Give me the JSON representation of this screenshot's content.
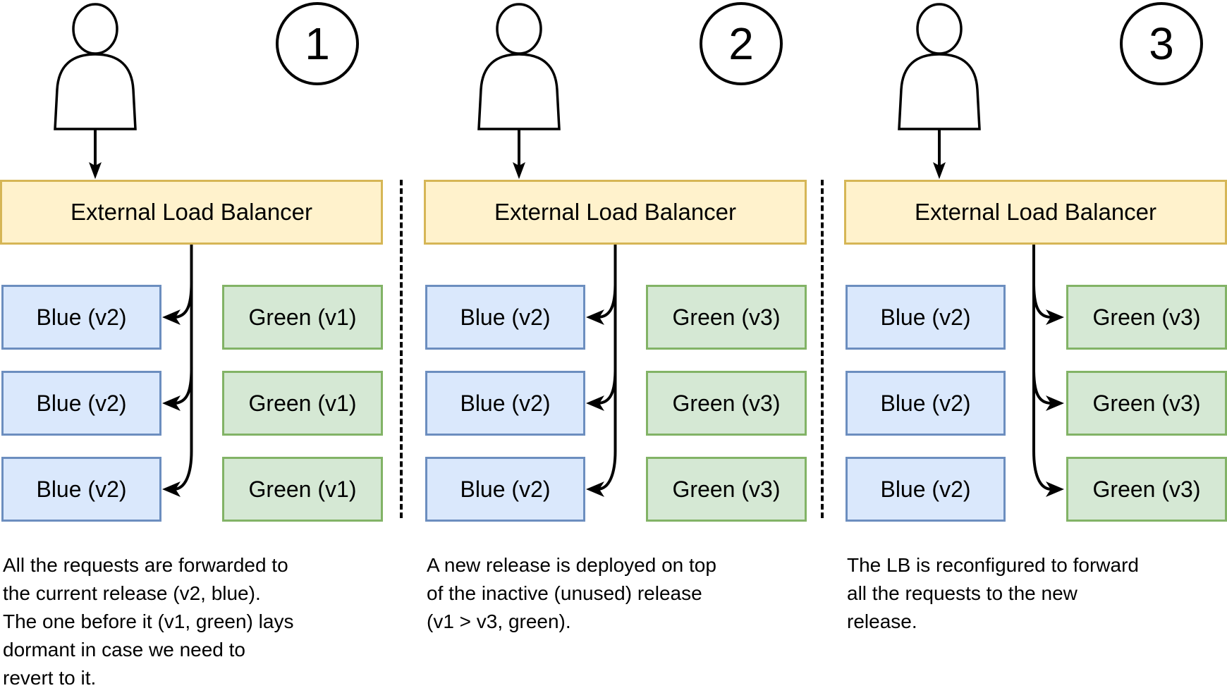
{
  "title": "Blue-green deployment steps diagram",
  "colors": {
    "lb-fill": "#FFF2CC",
    "lb-border": "#D6B656",
    "blue-fill": "#DAE8FC",
    "blue-border": "#6C8EBF",
    "green-fill": "#D5E8D4",
    "green-border": "#82B366",
    "line": "#000000"
  },
  "panels": [
    {
      "step": "1",
      "lb_label": "External Load Balancer",
      "blue_boxes": [
        "Blue (v2)",
        "Blue (v2)",
        "Blue (v2)"
      ],
      "green_boxes": [
        "Green (v1)",
        "Green (v1)",
        "Green (v1)"
      ],
      "traffic_target": "blue",
      "caption": "All the requests are forwarded to\nthe current release (v2, blue).\nThe one before it (v1, green) lays\ndormant in case we need to\nrevert to it."
    },
    {
      "step": "2",
      "lb_label": "External Load Balancer",
      "blue_boxes": [
        "Blue (v2)",
        "Blue (v2)",
        "Blue (v2)"
      ],
      "green_boxes": [
        "Green (v3)",
        "Green (v3)",
        "Green (v3)"
      ],
      "traffic_target": "blue",
      "caption": "A new release is deployed on top\nof the inactive (unused) release\n(v1 > v3, green)."
    },
    {
      "step": "3",
      "lb_label": "External Load Balancer",
      "blue_boxes": [
        "Blue (v2)",
        "Blue (v2)",
        "Blue (v2)"
      ],
      "green_boxes": [
        "Green (v3)",
        "Green (v3)",
        "Green (v3)"
      ],
      "traffic_target": "green",
      "caption": "The LB is reconfigured to forward\nall the requests to the new\nrelease."
    }
  ]
}
